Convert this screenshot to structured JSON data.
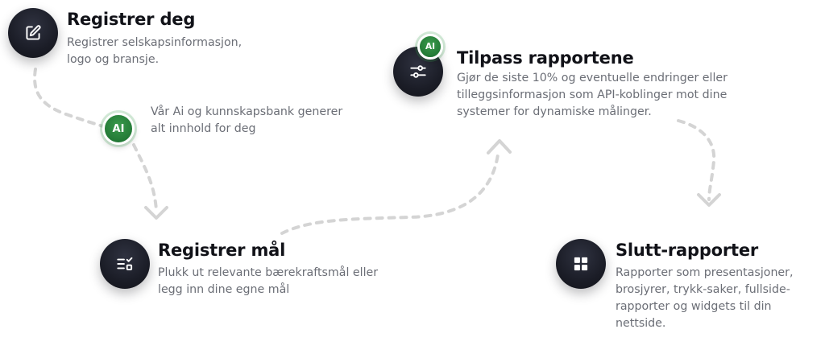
{
  "steps": [
    {
      "title": "Registrer deg",
      "description": "Registrer selskapsinformasjon, logo og bransje.",
      "icon": "edit-icon"
    },
    {
      "title": "Registrer mål",
      "description": "Plukk ut relevante bærekraftsmål eller legg inn dine egne mål",
      "icon": "checklist-icon"
    },
    {
      "title": "Tilpass rapportene",
      "description": "Gjør de siste 10% og eventuelle endringer eller tilleggsinformasjon som API-koblinger mot dine systemer for dynamiske målinger.",
      "icon": "sliders-icon",
      "badge": "AI"
    },
    {
      "title": "Slutt-rapporter",
      "description": "Rapporter som presentasjoner, brosjyrer, trykk-saker, fullside-rapporter og widgets til din nettside.",
      "icon": "grid-icon"
    }
  ],
  "ai_note": {
    "badge": "AI",
    "text": "Vår Ai og kunnskapsbank generer alt innhold for deg"
  },
  "colors": {
    "icon_circle": "#1b1d27",
    "ai_green": "#237a36",
    "title": "#111218",
    "description": "#6b6e76",
    "connector": "#d4d4d4"
  }
}
